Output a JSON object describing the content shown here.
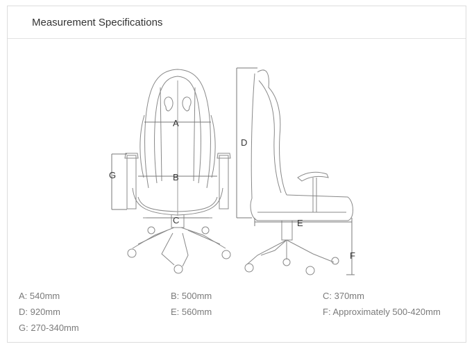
{
  "header": {
    "title": "Measurement Specifications"
  },
  "diagram": {
    "labels": {
      "a": "A",
      "b": "B",
      "c": "C",
      "d": "D",
      "e": "E",
      "f": "F",
      "g": "G"
    }
  },
  "specs": {
    "a": "A: 540mm",
    "b": "B: 500mm",
    "c": "C: 370mm",
    "d": "D: 920mm",
    "e": "E: 560mm",
    "f": "F: Approximately 500-420mm",
    "g": "G: 270-340mm"
  }
}
